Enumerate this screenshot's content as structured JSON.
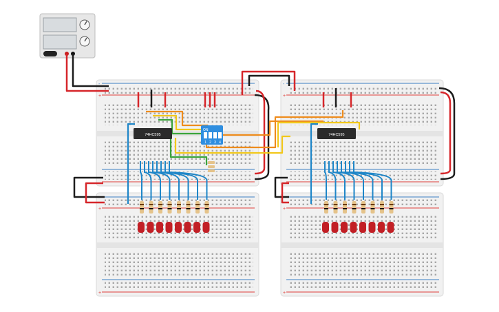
{
  "canvas": {
    "background": "#ffffff"
  },
  "power_supply": {
    "icon": "bench-power-supply-icon",
    "body_color": "#e7e7e7",
    "display_color": "#d8dcdf"
  },
  "colors": {
    "breadboard": "#f1f1f1",
    "breadboard_edge": "#d9d9d9",
    "hole": "#a7a7a7",
    "rail_red": "#e0403a",
    "rail_blue": "#3b7fc4",
    "chip_body": "#2b2b2b",
    "chip_text": "#ffffff",
    "dip_switch_body": "#2f8ee0",
    "wire_red": "#d6262a",
    "wire_black": "#1c1c1c",
    "wire_orange": "#ee8c1c",
    "wire_yellow": "#f2c81b",
    "wire_green": "#3aa53a",
    "wire_blue": "#1e86c8",
    "led_red": "#c21f25",
    "resistor_body": "#e5c38a"
  },
  "chips": [
    {
      "label": "74HC595"
    },
    {
      "label": "74HC595"
    }
  ],
  "dip_switch": {
    "on_label": "ON",
    "positions": [
      "1",
      "2",
      "3",
      "4"
    ]
  },
  "rail_signs": {
    "plus": "+",
    "minus": "-"
  },
  "leds_per_bank": 8
}
